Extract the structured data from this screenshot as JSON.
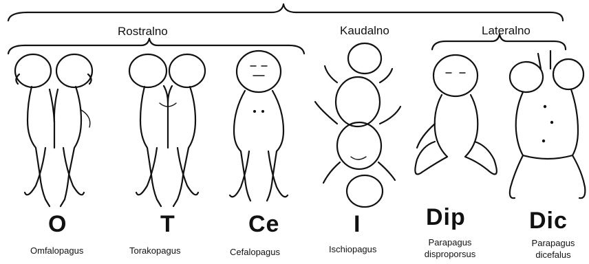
{
  "groups": {
    "rostral": "Rostralno",
    "caudal": "Kaudalno",
    "lateral": "Lateralno"
  },
  "types": [
    {
      "code": "O",
      "name": "Omfalopagus"
    },
    {
      "code": "T",
      "name": "Torakopagus"
    },
    {
      "code": "Ce",
      "name": "Cefalopagus"
    },
    {
      "code": "I",
      "name": "Ischiopagus"
    },
    {
      "code": "Dip",
      "name_line1": "Parapagus",
      "name_line2": "disproporsus"
    },
    {
      "code": "Dic",
      "name_line1": "Parapagus",
      "name_line2": "dicefalus"
    }
  ],
  "colors": {
    "ink": "#111111",
    "background": "#ffffff"
  }
}
